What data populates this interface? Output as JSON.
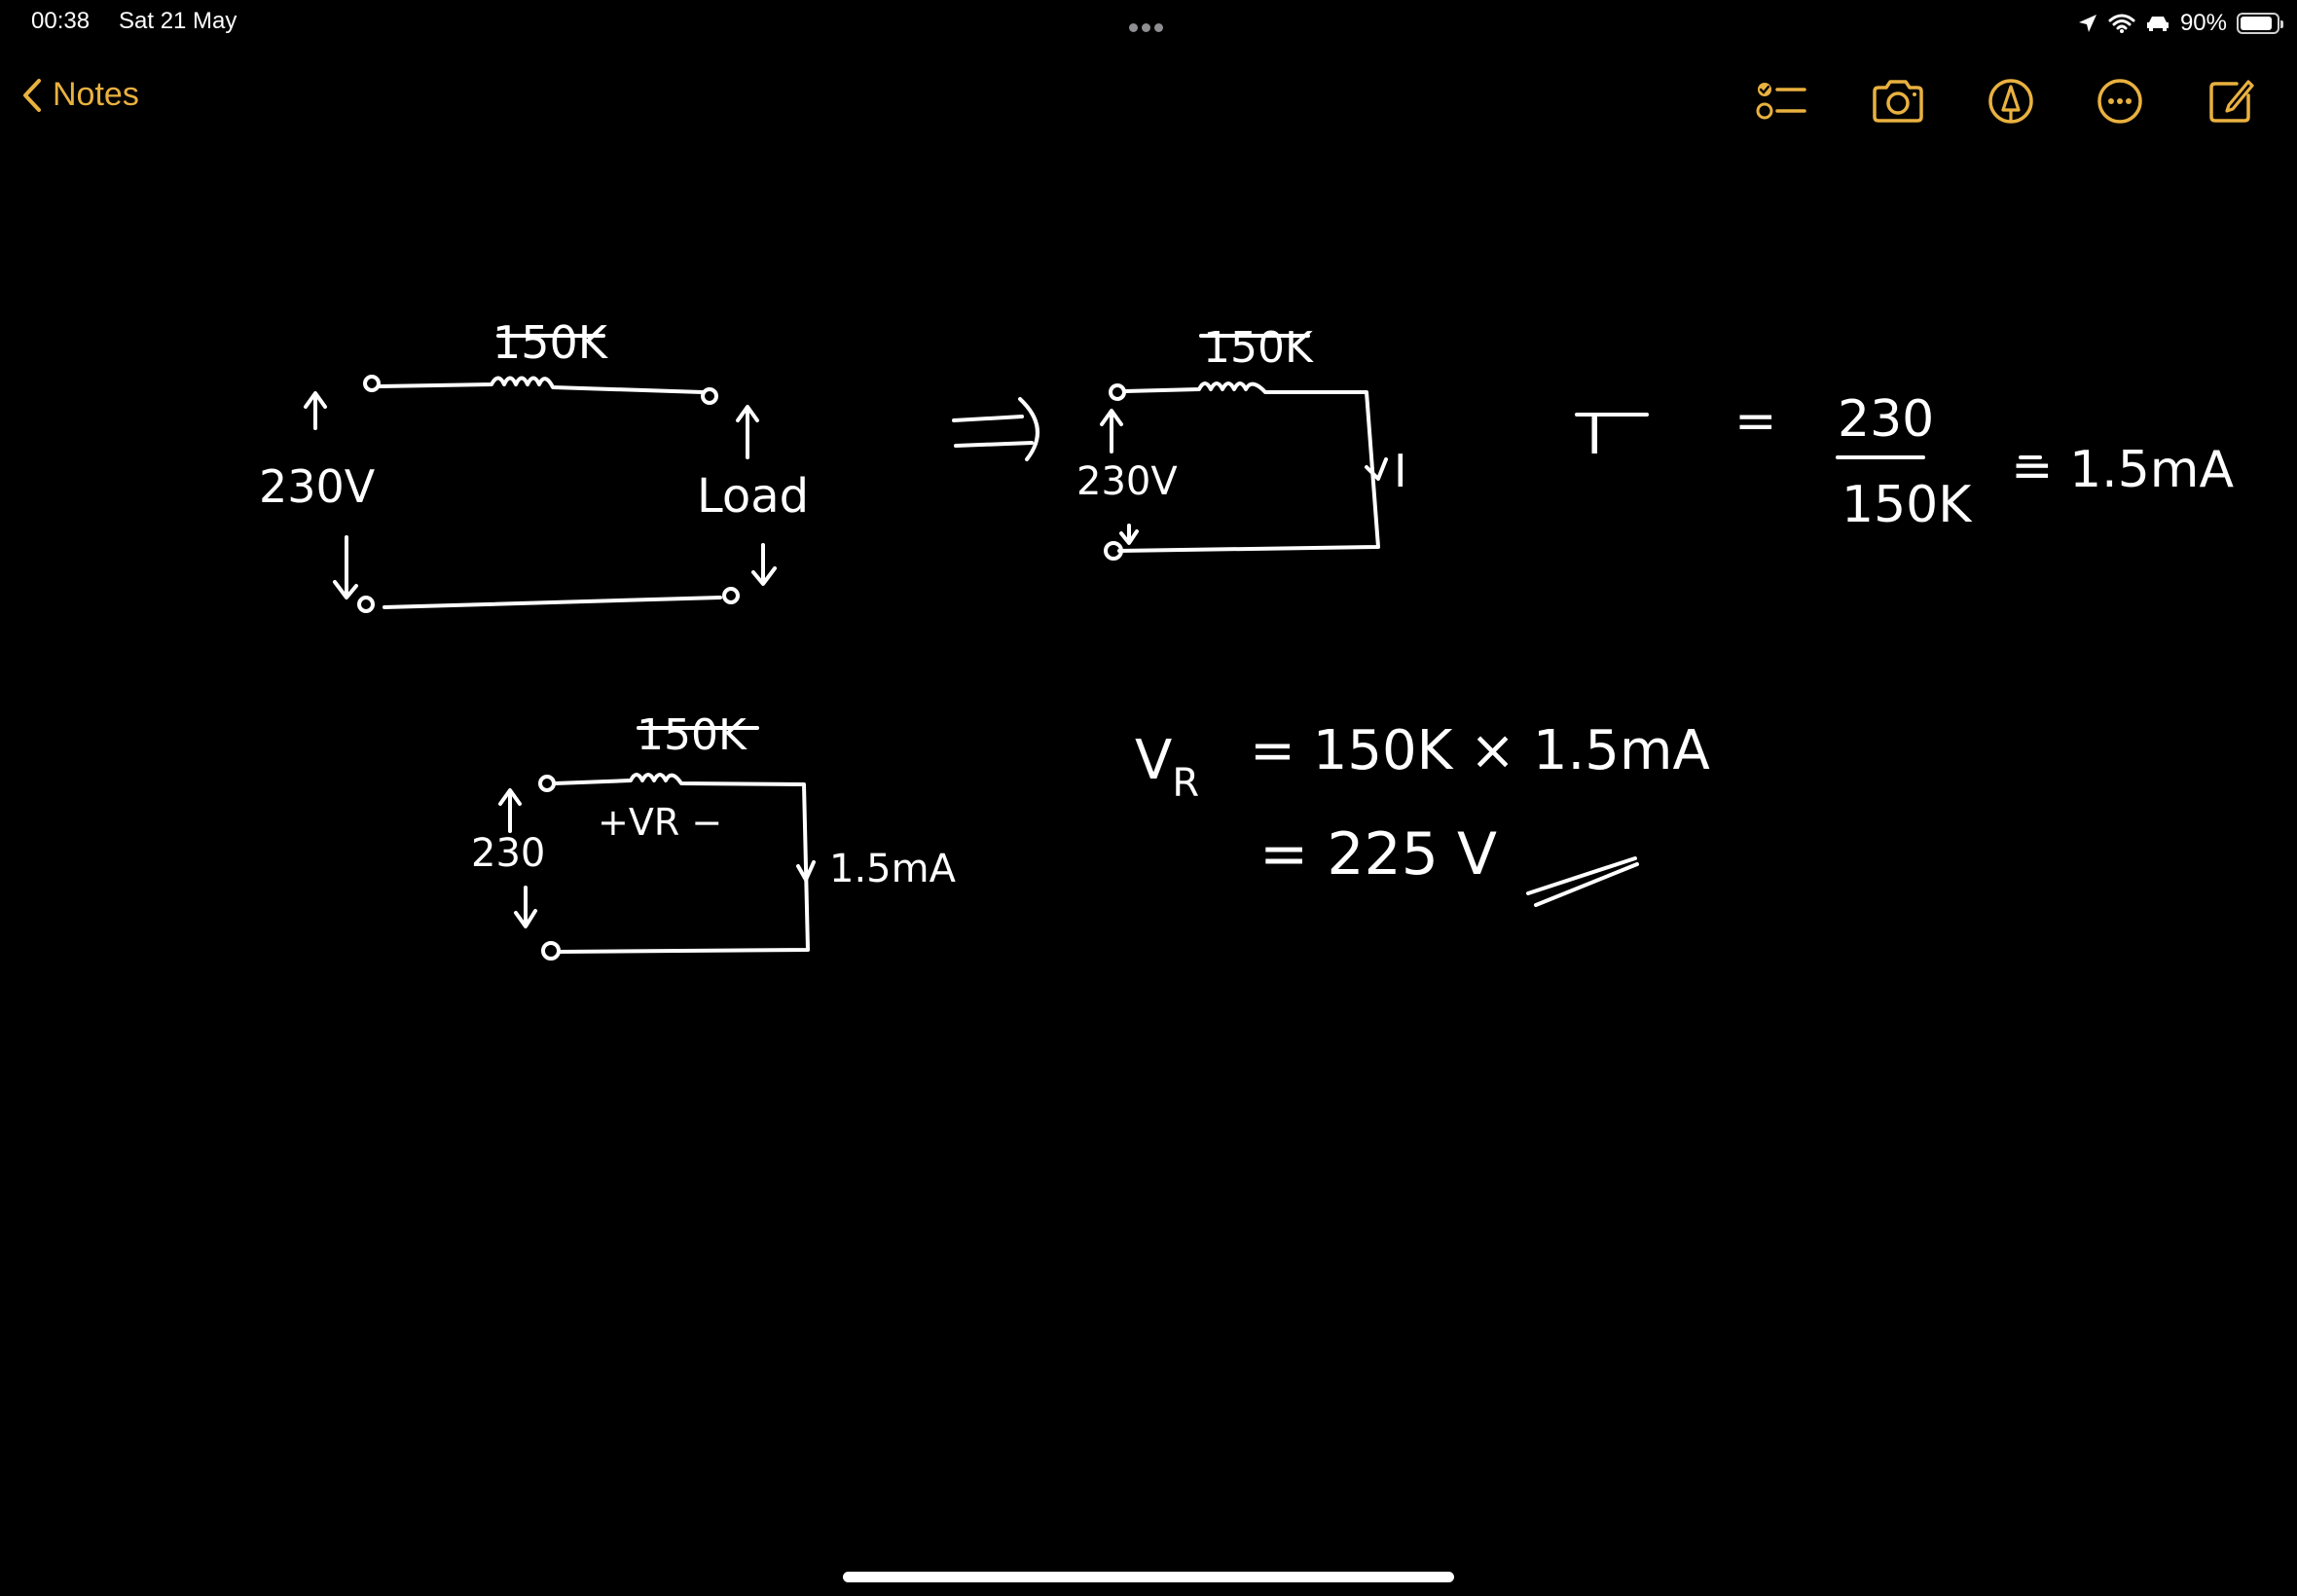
{
  "status_bar": {
    "time": "00:38",
    "date": "Sat 21 May",
    "battery_percent": "90%",
    "battery_level": 0.9,
    "icons": [
      "location-icon",
      "wifi-icon",
      "car-icon",
      "battery-icon"
    ]
  },
  "nav": {
    "back_label": "Notes",
    "title": "",
    "subtitle": "",
    "tools": [
      "checklist-icon",
      "camera-icon",
      "markup-pen-icon",
      "more-icon",
      "compose-icon"
    ],
    "accent_color": "#e9b13f"
  },
  "sketch": {
    "circuit1": {
      "resistor_label": "150K",
      "voltage_label": "230V",
      "load_label": "Load"
    },
    "circuit2": {
      "resistor_label": "150K",
      "voltage_label": "230V",
      "current_label": "I"
    },
    "current_eq": {
      "lhs": "I",
      "eq": "=",
      "numerator": "230",
      "denominator": "150K",
      "result": "= 1.5mA"
    },
    "circuit3": {
      "resistor_label": "150K",
      "vr_label": "+VR −",
      "voltage_label": "230",
      "current_label": "1.5mA"
    },
    "voltage_eq": {
      "lhs": "V",
      "lhs_sub": "R",
      "line1": "= 150K × 1.5mA",
      "line2": "= 225 V"
    },
    "implies": "=>"
  }
}
